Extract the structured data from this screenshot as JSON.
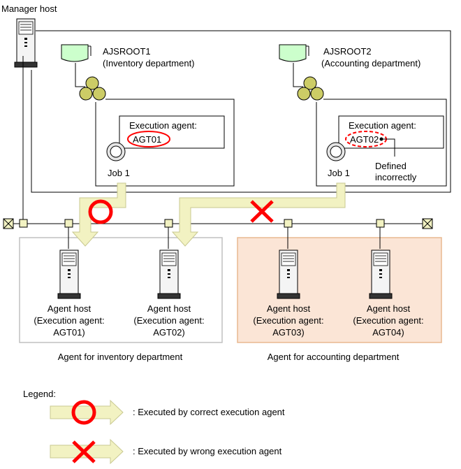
{
  "manager": {
    "label": "Manager host"
  },
  "units": [
    {
      "name": "AJSROOT1",
      "dept": "(Inventory department)",
      "exec_label": "Execution agent:",
      "agent": "AGT01",
      "job": "Job 1"
    },
    {
      "name": "AJSROOT2",
      "dept": "(Accounting department)",
      "exec_label": "Execution agent:",
      "agent": "AGT02",
      "job": "Job 1",
      "note_line1": "Defined",
      "note_line2": "incorrectly"
    }
  ],
  "agents": [
    {
      "title": "Agent host",
      "sub": "(Execution agent:",
      "id": "AGT01)"
    },
    {
      "title": "Agent host",
      "sub": "(Execution agent:",
      "id": "AGT02)"
    },
    {
      "title": "Agent host",
      "sub": "(Execution agent:",
      "id": "AGT03)"
    },
    {
      "title": "Agent host",
      "sub": "(Execution agent:",
      "id": "AGT04)"
    }
  ],
  "groups": {
    "inventory": "Agent for inventory department",
    "accounting": "Agent for accounting department"
  },
  "legend": {
    "title": "Legend:",
    "correct": ": Executed by correct execution agent",
    "wrong": ": Executed by wrong execution agent"
  },
  "colors": {
    "arrow_fill": "#f2f2c2",
    "arrow_stroke": "#c8c890",
    "correct_mark": "#ff0000",
    "wrong_mark": "#ff0000",
    "unit_icon": "#ccffcc",
    "jobnet_circle": "#cccc66",
    "accounting_bg": "#fbe5d6",
    "accounting_border": "#e8b890",
    "inventory_border": "#c0c0c0"
  }
}
